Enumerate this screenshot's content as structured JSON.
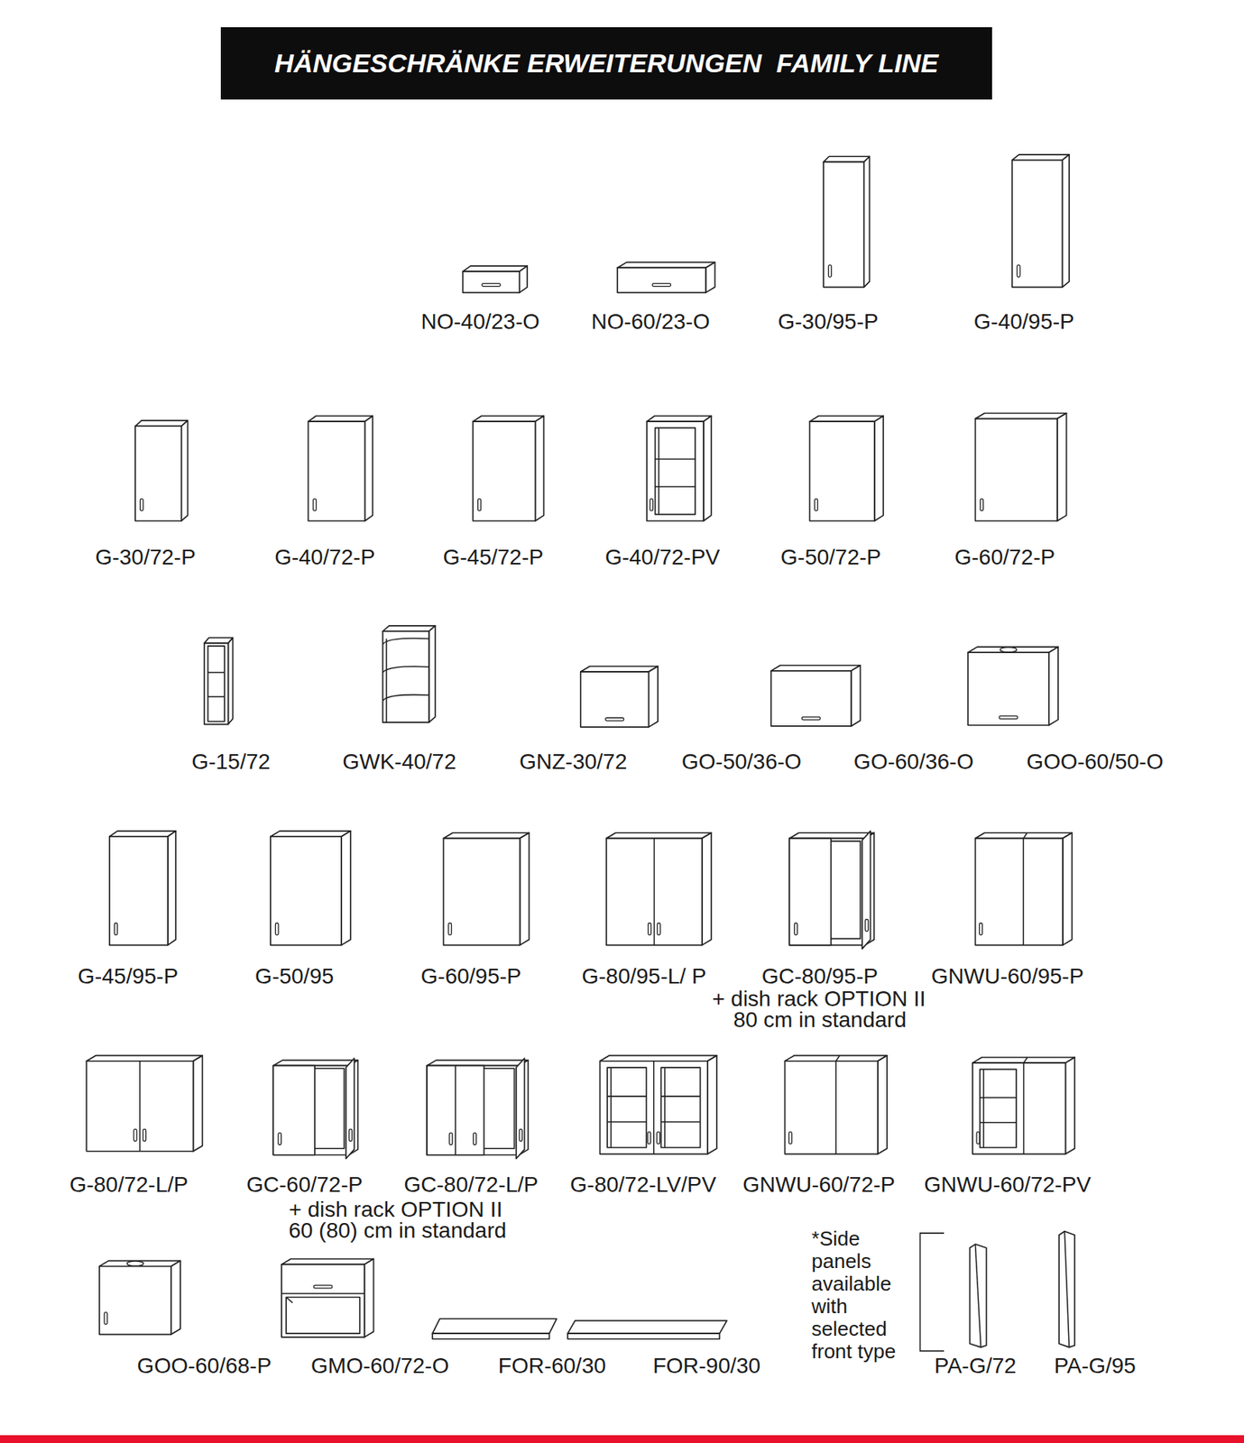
{
  "diagram": {
    "title": "HÄNGESCHRÄNKE ERWEITERUNGEN  FAMILY LINE",
    "labels": [
      "NO-40/23-O",
      "NO-60/23-O",
      "G-30/95-P",
      "G-40/95-P",
      "G-30/72-P",
      "G-40/72-P",
      "G-45/72-P",
      "G-40/72-PV",
      "G-50/72-P",
      "G-60/72-P",
      "G-15/72",
      "GWK-40/72",
      "GNZ-30/72",
      "GO-50/36-O",
      "GO-60/36-O",
      "GOO-60/50-O",
      "G-45/95-P",
      "G-50/95",
      "G-60/95-P",
      "G-80/95-L/ P",
      "GC-80/95-P",
      "GNWU-60/95-P",
      "+ dish rack OPTION II",
      "80 cm in standard",
      "G-80/72-L/P",
      "GC-60/72-P",
      "GC-80/72-L/P",
      "G-80/72-LV/PV",
      "GNWU-60/72-P",
      "GNWU-60/72-PV",
      "+ dish rack OPTION II",
      "60 (80) cm in standard",
      "*Side panels available with selected front type",
      "GOO-60/68-P",
      "GMO-60/72-O",
      "FOR-60/30",
      "FOR-90/30",
      "PA-G/72",
      "PA-G/95"
    ]
  }
}
